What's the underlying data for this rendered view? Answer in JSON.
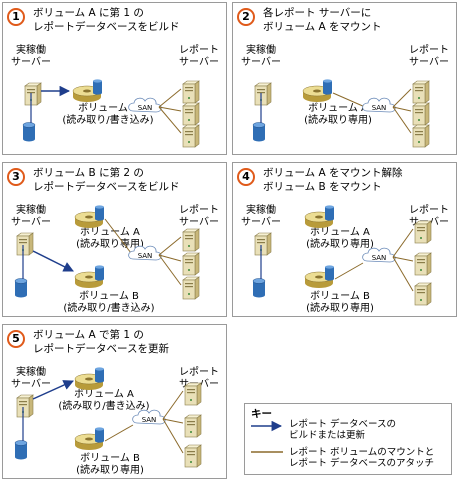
{
  "panels": [
    {
      "number": "1",
      "title": "ボリューム A に第 1 の\nレポートデータベースをビルド",
      "prod_server": "実稼働\nサーバー",
      "report_servers": "レポート\nサーバー",
      "volume_a": "ボリューム A\n(読み取り/書き込み)",
      "san": "SAN"
    },
    {
      "number": "2",
      "title": "各レポート サーバーに\nボリューム A をマウント",
      "prod_server": "実稼働\nサーバー",
      "report_servers": "レポート\nサーバー",
      "volume_a": "ボリューム A\n(読み取り専用)",
      "san": "SAN"
    },
    {
      "number": "3",
      "title": "ボリューム B に第 2 の\nレポートデータベースをビルド",
      "prod_server": "実稼働\nサーバー",
      "report_servers": "レポート\nサーバー",
      "volume_a": "ボリューム A\n(読み取り専用)",
      "volume_b": "ボリューム B\n(読み取り/書き込み)",
      "san": "SAN"
    },
    {
      "number": "4",
      "title": "ボリューム A をマウント解除\nボリューム B をマウント",
      "prod_server": "実稼働\nサーバー",
      "report_servers": "レポート\nサーバー",
      "volume_a": "ボリューム A\n(読み取り専用)",
      "volume_b": "ボリューム B\n(読み取り専用)",
      "san": "SAN"
    },
    {
      "number": "5",
      "title": "ボリューム A で第 1 の\nレポートデータベースを更新",
      "prod_server": "実稼働\nサーバー",
      "report_servers": "レポート\nサーバー",
      "volume_a": "ボリューム A\n(読み取り/書き込み)",
      "volume_b": "ボリューム B\n(読み取り専用)",
      "san": "SAN"
    }
  ],
  "key": {
    "title": "キー",
    "blue_label": "レポート データベースの\nビルドまたは更新",
    "brown_label": "レポート ボリュームのマウントと\nレポート データベースのアタッチ"
  },
  "colors": {
    "arrow_blue": "#1f3e8c",
    "link_brown": "#8b6a2b",
    "badge_orange": "#e05a1a",
    "server_fill": "#e9e0b8",
    "db_blue": "#2f6eb5",
    "disk_gold": "#d9c36a"
  }
}
